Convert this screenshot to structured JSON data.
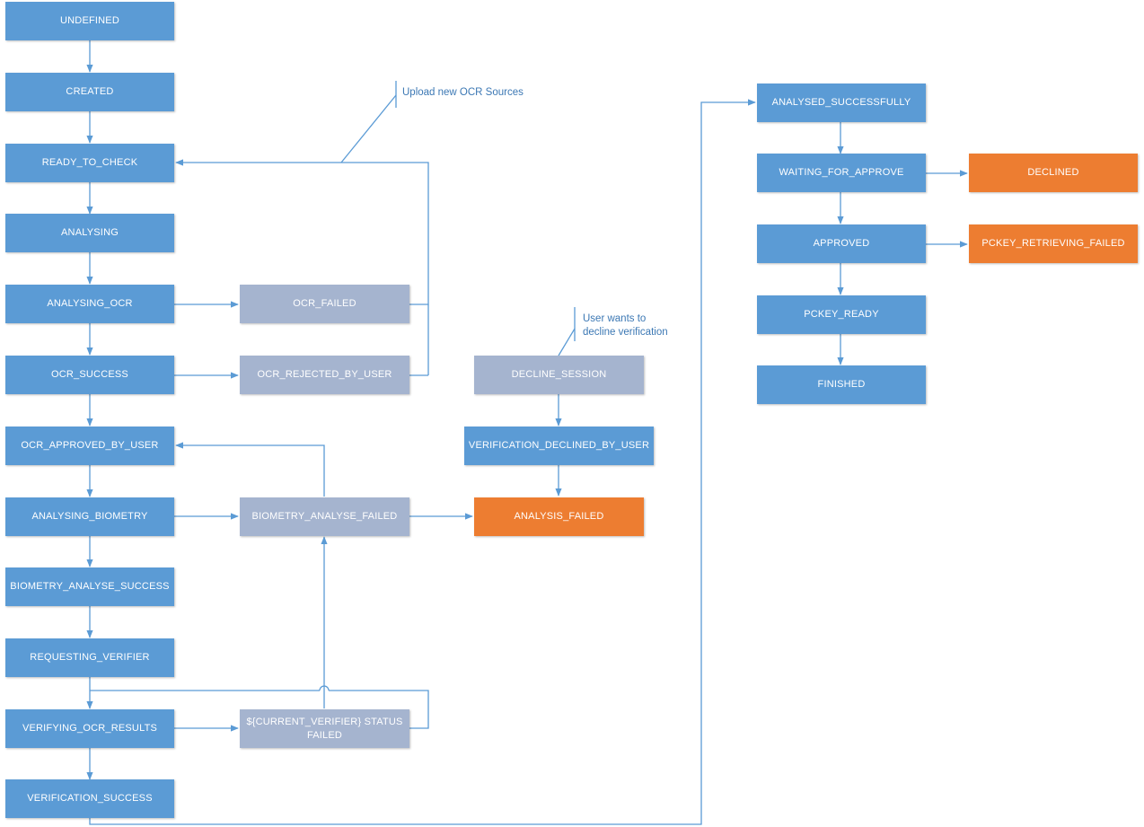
{
  "nodes": {
    "undefined": "UNDEFINED",
    "created": "CREATED",
    "ready_to_check": "READY_TO_CHECK",
    "analysing": "ANALYSING",
    "analysing_ocr": "ANALYSING_OCR",
    "ocr_success": "OCR_SUCCESS",
    "ocr_approved_by_user": "OCR_APPROVED_BY_USER",
    "analysing_biometry": "ANALYSING_BIOMETRY",
    "biometry_analyse_success": "BIOMETRY_ANALYSE_SUCCESS",
    "requesting_verifier": "REQUESTING_VERIFIER",
    "verifying_ocr_results": "VERIFYING_OCR_RESULTS",
    "verification_success": "VERIFICATION_SUCCESS",
    "ocr_failed": "OCR_FAILED",
    "ocr_rejected_by_user": "OCR_REJECTED_BY_USER",
    "biometry_analyse_failed": "BIOMETRY_ANALYSE_FAILED",
    "current_verifier_failed": "${CURRENT_VERIFIER} STATUS FAILED",
    "decline_session": "DECLINE_SESSION",
    "verification_declined_by_user": "VERIFICATION_DECLINED_BY_USER",
    "analysis_failed": "ANALYSIS_FAILED",
    "analysed_successfully": "ANALYSED_SUCCESSFULLY",
    "waiting_for_approve": "WAITING_FOR_APPROVE",
    "declined": "DECLINED",
    "approved": "APPROVED",
    "pckey_retrieving_failed": "PCKEY_RETRIEVING_FAILED",
    "pckey_ready": "PCKEY_READY",
    "finished": "FINISHED"
  },
  "notes": {
    "upload_ocr": "Upload new OCR Sources",
    "decline_note": "User wants to\ndecline verification"
  },
  "colors": {
    "primary_state": "#5b9bd5",
    "intermediate_state": "#a5b4cf",
    "failure_state": "#ed7d31",
    "connector": "#5b9bd5"
  }
}
